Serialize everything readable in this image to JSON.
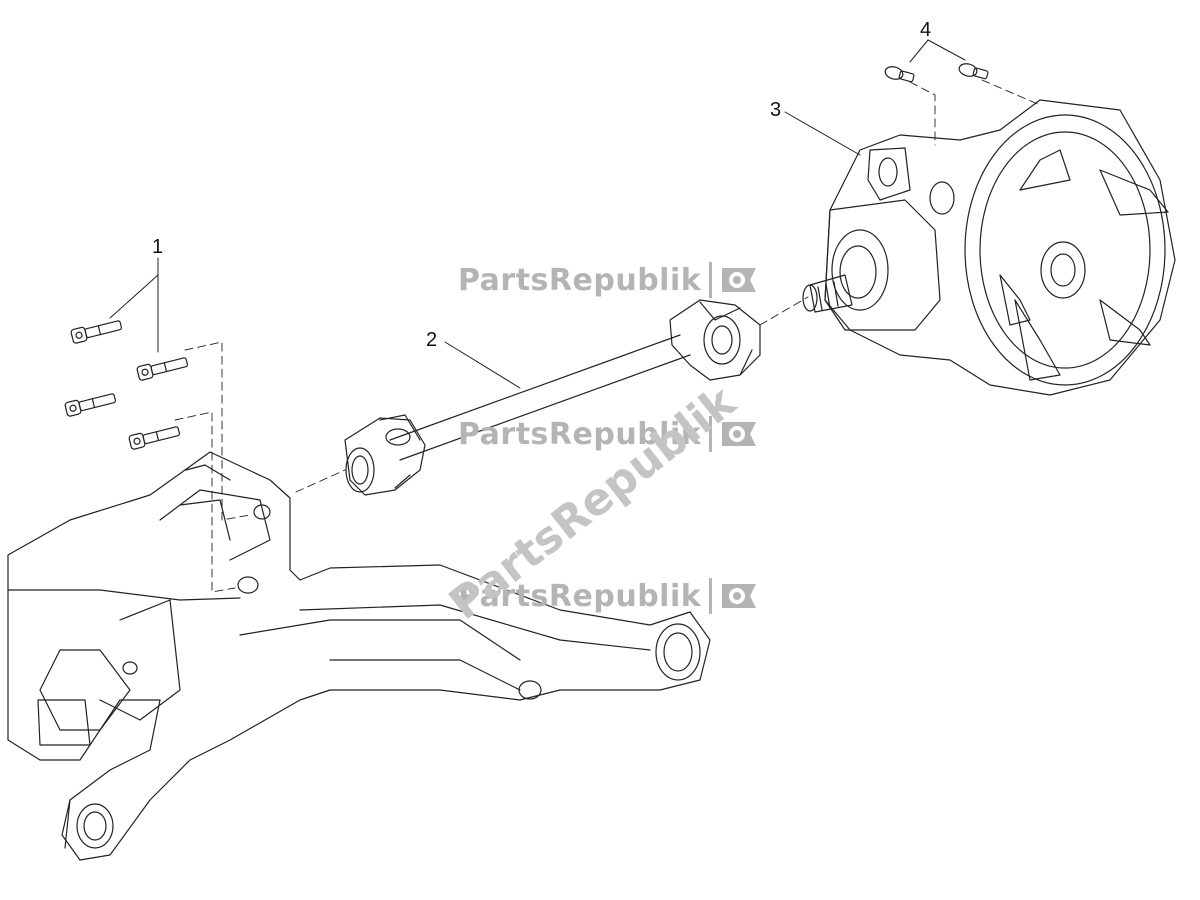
{
  "callouts": {
    "bolts": "1",
    "drive_shaft": "2",
    "final_drive": "3",
    "screws": "4"
  },
  "watermark": {
    "text": "PartsRepublik"
  },
  "colors": {
    "line": "#222222",
    "watermark": "#b4b4b4",
    "background": "#ffffff"
  }
}
